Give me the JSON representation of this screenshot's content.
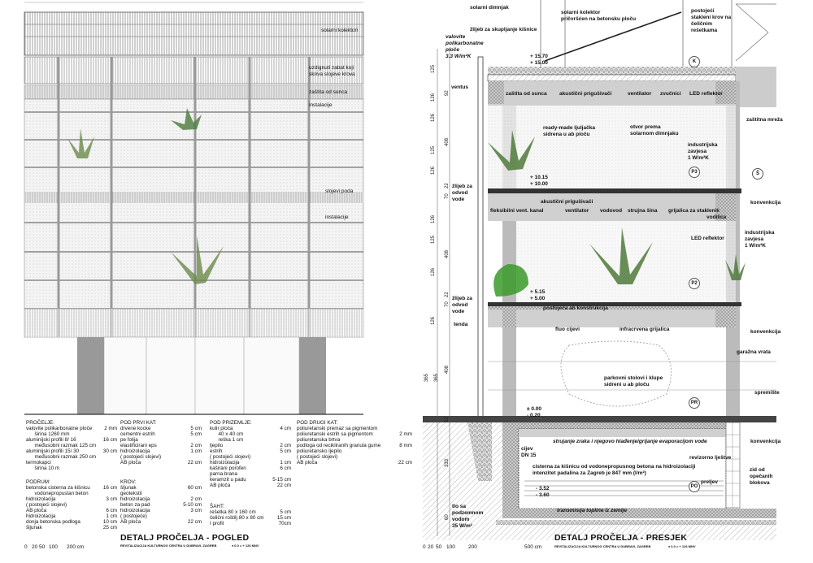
{
  "elevation": {
    "title": "DETALJ PROČELJA - POGLED",
    "subtitle": "REVITALIZACIJA KULTURNOG CENTRA U DUBRAVI, ZAGREB",
    "level_note": "± 0.0 = + 126 MNV",
    "scale_ticks": [
      "0",
      "20",
      "50",
      "100",
      "200 cm"
    ],
    "labels": [
      "solarni kolektori",
      "uzdignuti zabat koji\nskriva slojeve krova",
      "zaštita od sunca",
      "instalacije",
      "slojevi poda",
      "instalacije"
    ]
  },
  "specs": [
    {
      "heading": "PROČELJE:",
      "rows": [
        [
          "valovite polikarbonatne ploče",
          "2 mm"
        ],
        [
          "      širina 1260 mm",
          ""
        ],
        [
          "aluminijski profili 8/ 16",
          "16 cm"
        ],
        [
          "      međusobni razmak 125 cm",
          ""
        ],
        [
          "aluminijski profili 15/ 30",
          "30 cm"
        ],
        [
          "      međusobni razmak 250 cm",
          ""
        ],
        [
          "termokapci",
          ""
        ],
        [
          "      širina 10 m",
          ""
        ]
      ]
    },
    {
      "heading": "PODRUM:",
      "rows": [
        [
          "betonska cisterna za kišnicu",
          "16 cm"
        ],
        [
          "      vodonepropustan beton",
          ""
        ],
        [
          "hidroizolacija",
          "3 cm"
        ],
        [
          "( postojeći slojevi)",
          ""
        ],
        [
          "AB ploča",
          "6  cm"
        ],
        [
          "hidroizolacija",
          "1 cm"
        ],
        [
          "donja betonska podloga",
          "10 cm"
        ],
        [
          "šljunak",
          "25 cm"
        ]
      ]
    },
    {
      "heading": "POD PRVI KAT:",
      "rows": [
        [
          "drvene kocke",
          "5 cm"
        ],
        [
          "cementni estrih",
          "5 cm"
        ],
        [
          "pe folija",
          ""
        ],
        [
          "elastificirani eps",
          "2 cm"
        ],
        [
          "hidroizolacija",
          "1 cm"
        ],
        [
          "( postojeći slojevi)",
          ""
        ],
        [
          "AB ploča",
          "22 cm"
        ]
      ]
    },
    {
      "heading": "KROV:",
      "rows": [
        [
          "šljunak",
          "60 cm"
        ],
        [
          "geotekstil",
          ""
        ],
        [
          "hidroizolacija",
          "2 cm"
        ],
        [
          "beton za pad",
          "5-10 cm"
        ],
        [
          "hidroizolacija",
          "3 cm"
        ],
        [
          "( postojeće)",
          ""
        ],
        [
          "AB ploča",
          "22 cm"
        ]
      ]
    },
    {
      "heading": "POD PRIZEMLJE:",
      "rows": [
        [
          "kulir ploča",
          "4 cm"
        ],
        [
          "      40 x 40 cm",
          ""
        ],
        [
          "      reška 1 cm",
          ""
        ],
        [
          "ljepilo",
          "2 cm"
        ],
        [
          "estrih",
          "5 cm"
        ],
        [
          "( postojeći slojevi)",
          ""
        ],
        [
          "hidroizolacija",
          "1 cm"
        ],
        [
          "kaširani porofen",
          "6 cm"
        ],
        [
          "parna brana",
          ""
        ],
        [
          "keramzit u padu",
          "5-15 cm"
        ],
        [
          "AB ploča",
          "22 cm"
        ]
      ]
    },
    {
      "heading": "ŠAHT:",
      "rows": [
        [
          "rešetka 80 x 160 cm",
          "5 cm"
        ],
        [
          "čelični roštilj 80 x 80 cm",
          "15 cm"
        ],
        [
          "I profil",
          "70cm"
        ]
      ]
    },
    {
      "heading": "POD DRUGI KAT:",
      "rows": [
        [
          "poliuretanski premaz sa pigmentom",
          ""
        ],
        [
          "poliuretanski estrih sa pigmentom",
          "2 mm"
        ],
        [
          "poliuretanska brtva",
          ""
        ],
        [
          "podloga od recikliranih granula gume",
          "8 mm"
        ],
        [
          "poliuretansko ljepilo",
          ""
        ],
        [
          "( postojeći slojevi)",
          ""
        ],
        [
          "AB ploča",
          "22 cm"
        ]
      ]
    }
  ],
  "section": {
    "title": "DETALJ PROČELJA - PRESJEK",
    "subtitle": "REVITALIZACIJA KULTURNOG CENTRA U DUBRAVI, ZAGREB",
    "level_note": "± 0.0 = + 126 MNV",
    "scale_ticks": [
      "0",
      "20",
      "50",
      "100",
      "200",
      "500 cm"
    ],
    "labels": [
      "solarni dimnjak",
      "solarni kolektor\npričvršćen na betonsku ploču",
      "postojeći\nstakleni krov na\nčeličnim\nrešetkama",
      "žlijeb za skupljanje kišnice",
      "valovite\npolikarbonatne\nploče\n3.3 W/m²K",
      "+ 15.70\n+ 15.00",
      "ventus",
      "zaštita od sunca",
      "akustični prigušivači",
      "ventilator",
      "zvučnici",
      "LED reflektor",
      "zaštitna mreža",
      "ready-made ljuljačka\nsidrena u ab ploču",
      "otvor prema\nsolarnom dimnjaku",
      "industrijska\nzavjesa\n1 W/m²K",
      "+ 10.15\n+ 10.00",
      "žlijeb za\nodvod\nvode",
      "akustični prigušivači",
      "fleksibilni vent. kanal",
      "ventilator",
      "vodovod",
      "strujna šina",
      "grijalica za staklenik",
      "vodilica",
      "konvenkcija",
      "industrijska\nzavjesa\n1 W/m²K",
      "LED reflektor",
      "+ 5.15\n+ 5.00",
      "žlijeb za\nodvod\nvode",
      "postojeća ab konstrukcija",
      "tenda",
      "fluo cijevi",
      "infracrvena grijalica",
      "konvenkcija",
      "garažna vrata",
      "parkovni stolovi i klupe\nsidreni u ab ploču",
      "spremište",
      "± 0.00\n- 0.20",
      "strujanje zraka i njegovo hlađenje/grijanje evaporacijom vode",
      "cijev\nDN 15",
      "revizorno lještve",
      "cisterna za kišnicu od vodonepropusnog betona na hidroizolaciji\nintenzitet padalina za Zagreb je 847 mm (l/m²)",
      "konvenkcija",
      "preljev",
      "zid od\nopečanih\nblokova",
      "- 3.52\n- 3.60",
      "tlo sa\npodzemnom\nvodom\n35 W/m²",
      "transmisija topline iz zemlje"
    ],
    "tags": [
      "K",
      "P3",
      "Š",
      "P2",
      "PR",
      "PO"
    ],
    "dimensions": [
      "125",
      "126",
      "92",
      "126",
      "408",
      "125",
      "126",
      "22",
      "70",
      "126",
      "408",
      "125",
      "126",
      "22",
      "70",
      "126",
      "365",
      "365",
      "408",
      "22",
      "333",
      "60"
    ]
  }
}
